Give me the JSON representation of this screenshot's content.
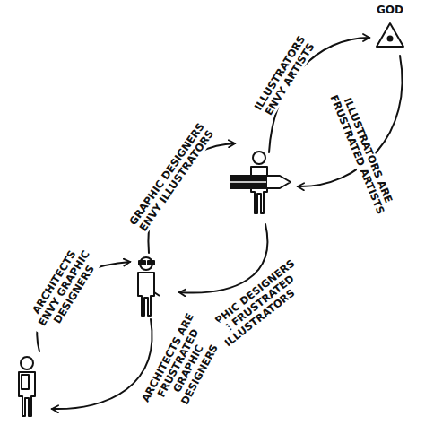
{
  "diagram": {
    "nodes": [
      {
        "text": [
          "GOD"
        ]
      }
    ],
    "labels": [
      "ARCHITECTS ENVY GRAPHIC DESIGNERS",
      "GRAPHIC DESIGNERS ENVY ILLUSTRATORS",
      "ILLUSTRATORS ENVY ARTISTS",
      "ILLUSTRATORS ARE FRUSTRATED ARTISTS",
      "GRAPHIC DESIGNERS ARE FRUSTRATED ILLUSTRATORS",
      "ARCHITECTS ARE FRUSTRATED GRAPHIC DESIGNERS"
    ]
  }
}
